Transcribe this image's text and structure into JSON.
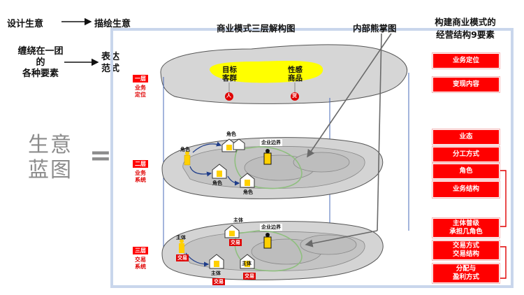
{
  "top_left": {
    "design_business": "设计生意",
    "depict_business": "描绘生意",
    "entangled_line1": "缠绕在一团",
    "entangled_line2": "的",
    "entangled_line3": "各种要素",
    "expression_line1": "表达",
    "expression_line2": "范式"
  },
  "blueprint": {
    "line1": "生意",
    "line2": "蓝图",
    "equals": "="
  },
  "diagram": {
    "title": "商业模式三层解构图",
    "bear_paw_title": "内部熊掌图",
    "layer1": {
      "badge": "一层",
      "name_line1": "业务",
      "name_line2": "定位",
      "target_line1": "目标",
      "target_line2": "客群",
      "sexy_line1": "性感",
      "sexy_line2": "商品",
      "person_badge": "人",
      "goods_badge": "货"
    },
    "layer2": {
      "badge": "二层",
      "name_line1": "业务",
      "name_line2": "系统",
      "role_labels": [
        "角色",
        "角色",
        "角色",
        "角色"
      ],
      "world_label": "企业边界"
    },
    "layer3": {
      "badge": "三层",
      "name_line1": "交易",
      "name_line2": "系统",
      "subject_labels": [
        "主体",
        "主体",
        "主体",
        "主体"
      ],
      "world_label": "企业边界",
      "trade_labels": [
        "交易",
        "交易",
        "交易",
        "交易"
      ]
    }
  },
  "right_panel": {
    "title_line1": "构建商业模式的",
    "title_line2": "经营结构9要素",
    "items": [
      {
        "line1": "业务定位",
        "line2": ""
      },
      {
        "line1": "变现内容",
        "line2": ""
      },
      {
        "line1": "业态",
        "line2": ""
      },
      {
        "line1": "分工方式",
        "line2": ""
      },
      {
        "line1": "角色",
        "line2": ""
      },
      {
        "line1": "业务结构",
        "line2": ""
      },
      {
        "line1": "主体普级",
        "line2": "承担几角色"
      },
      {
        "line1": "交易方式",
        "line2": "交易结构"
      },
      {
        "line1": "分配与",
        "line2": "盈利方式"
      }
    ]
  },
  "colors": {
    "accent_red": "#ff0000",
    "layer_gray": "#d4d4d4",
    "highlight_yellow": "#ffff00",
    "frame_blue": "#c9d6ec",
    "arrow_gray": "#6a6a6a"
  }
}
